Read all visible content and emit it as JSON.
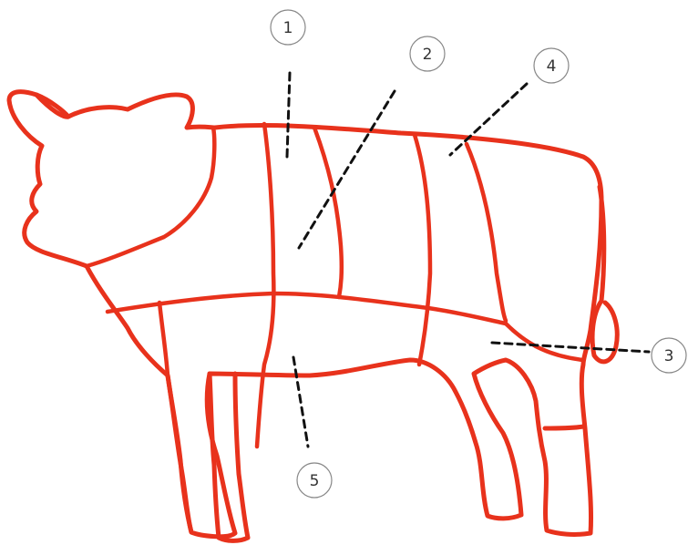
{
  "colors": {
    "outline": "#e8321c",
    "leader": "#111111",
    "marker_stroke": "#888888",
    "marker_text": "#333333"
  },
  "markers": [
    {
      "id": "1",
      "label": "1"
    },
    {
      "id": "2",
      "label": "2"
    },
    {
      "id": "3",
      "label": "3"
    },
    {
      "id": "4",
      "label": "4"
    },
    {
      "id": "5",
      "label": "5"
    }
  ]
}
